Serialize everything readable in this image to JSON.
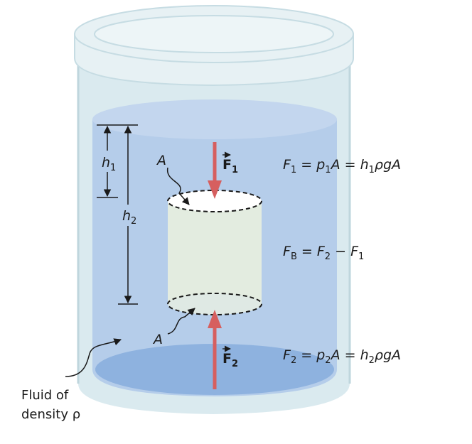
{
  "colors": {
    "fluid": "#b5cdea",
    "fluid_bottom": "#8eb2df",
    "glass": "#d4e6ec",
    "lid": "#e7f1f4",
    "block": "#e3ece0",
    "arrow": "#d65f5f",
    "line": "#1a1a1a"
  },
  "labels": {
    "area_top": "A",
    "area_bottom": "A",
    "h1_base": "h",
    "h1_sub": "1",
    "h2_base": "h",
    "h2_sub": "2",
    "force1_base": "F",
    "force1_sub": "1",
    "force2_base": "F",
    "force2_sub": "2",
    "fluid_line1": "Fluid of",
    "fluid_line2": "density ρ"
  },
  "equations": {
    "eq1": {
      "lhs_base": "F",
      "lhs_sub": "1",
      "eq_a": " = ",
      "p_base": "p",
      "p_sub": "1",
      "mid": "A = ",
      "h_base": "h",
      "h_sub": "1",
      "tail": "ρgA"
    },
    "eqb": {
      "lhs_base": "F",
      "lhs_sub": "B",
      "eq_a": " = ",
      "f2_base": "F",
      "f2_sub": "2",
      "minus": " − ",
      "f1_base": "F",
      "f1_sub": "1"
    },
    "eq2": {
      "lhs_base": "F",
      "lhs_sub": "2",
      "eq_a": " = ",
      "p_base": "p",
      "p_sub": "2",
      "mid": "A = ",
      "h_base": "h",
      "h_sub": "2",
      "tail": "ρgA"
    }
  },
  "icons": {
    "vector_arrow": "vector-arrow-icon"
  }
}
